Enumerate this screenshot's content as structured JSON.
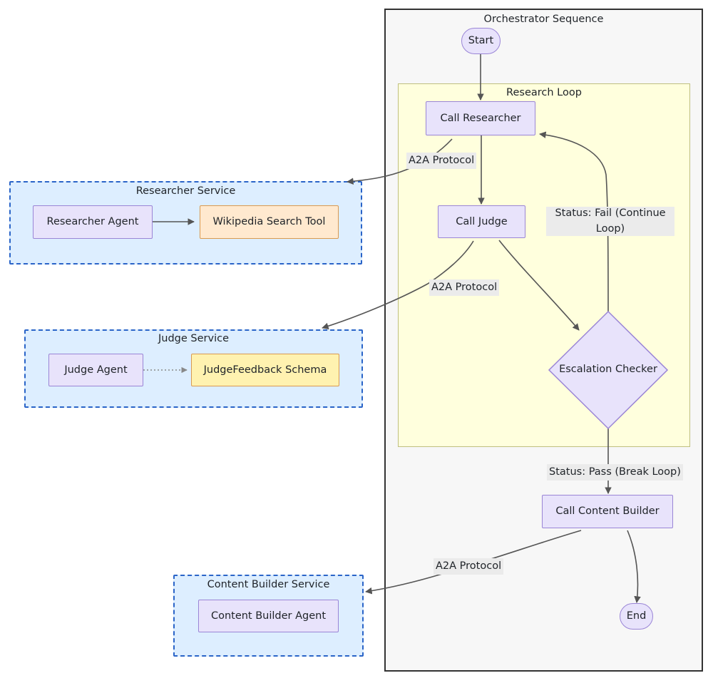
{
  "diagram": {
    "type": "flowchart",
    "containers": {
      "orchestrator": {
        "title": "Orchestrator Sequence"
      },
      "research_loop": {
        "title": "Research Loop"
      },
      "researcher_service": {
        "title": "Researcher Service"
      },
      "judge_service": {
        "title": "Judge Service"
      },
      "content_builder_service": {
        "title": "Content Builder Service"
      }
    },
    "nodes": {
      "start": {
        "label": "Start",
        "shape": "stadium"
      },
      "call_researcher": {
        "label": "Call Researcher",
        "shape": "rect"
      },
      "call_judge": {
        "label": "Call Judge",
        "shape": "rect"
      },
      "escalation_checker": {
        "label": "Escalation Checker",
        "shape": "diamond"
      },
      "call_content_builder": {
        "label": "Call Content Builder",
        "shape": "rect"
      },
      "end": {
        "label": "End",
        "shape": "stadium"
      },
      "researcher_agent": {
        "label": "Researcher Agent",
        "shape": "rect"
      },
      "wikipedia_search_tool": {
        "label": "Wikipedia Search Tool",
        "shape": "rect"
      },
      "judge_agent": {
        "label": "Judge Agent",
        "shape": "rect"
      },
      "judge_feedback_schema": {
        "label": "JudgeFeedback Schema",
        "shape": "rect"
      },
      "content_builder_agent": {
        "label": "Content Builder Agent",
        "shape": "rect"
      }
    },
    "edge_labels": {
      "researcher_a2a": "A2A Protocol",
      "judge_a2a": "A2A Protocol",
      "content_builder_a2a": "A2A Protocol",
      "status_fail": "Status: Fail (Continue Loop)",
      "status_pass": "Status: Pass (Break Loop)"
    },
    "colors": {
      "process_fill": "#e8e3fb",
      "process_stroke": "#9a85d6",
      "tool_fill": "#ffe9cf",
      "tool_stroke": "#d99a50",
      "schema_fill": "#fff2b0",
      "service_fill": "#ddeeff",
      "service_stroke": "#2a64c8",
      "loop_fill": "#ffffdd",
      "loop_stroke": "#bfbf7f",
      "outer_fill": "#f7f7f7",
      "outer_stroke": "#333333",
      "edge_stroke": "#555555",
      "label_bg": "#ebebeb"
    }
  }
}
